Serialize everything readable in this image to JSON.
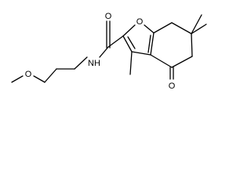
{
  "figure": {
    "type": "chemical-structure",
    "colors": {
      "bond": "#000000",
      "label": "#000000",
      "background": "#ffffff"
    }
  },
  "atoms": {
    "furan_oxygen": "O",
    "carbonyl_oxygen_amide": "O",
    "amide_nitrogen": "N",
    "amide_hydrogen": "H",
    "ether_oxygen": "O",
    "ketone_oxygen": "O"
  }
}
